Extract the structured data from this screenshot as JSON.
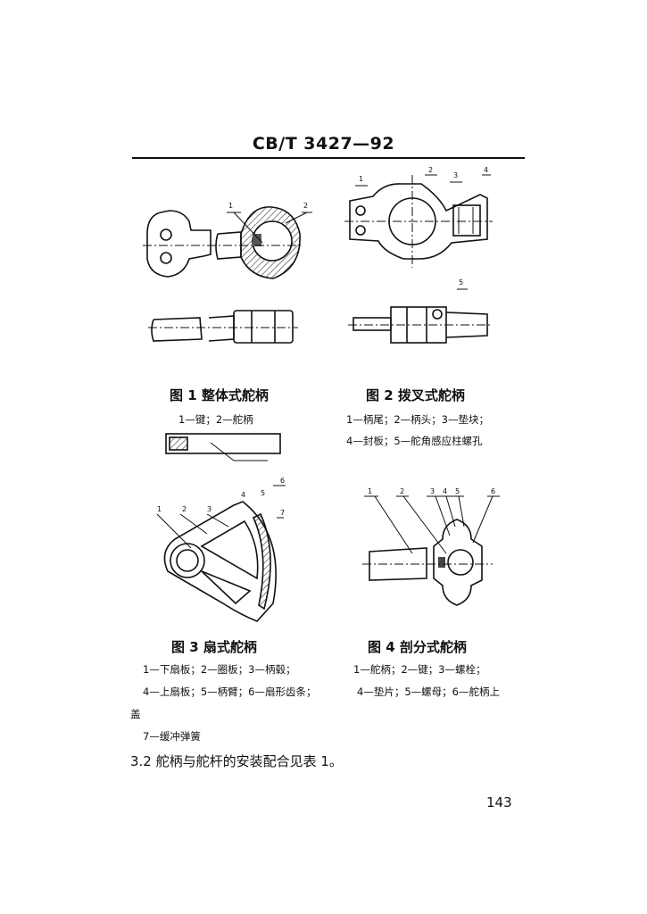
{
  "header": {
    "code": "CB/T 3427—92"
  },
  "figures": [
    {
      "caption": "图 1  整体式舵柄",
      "legend": [
        "1—键；2—舵柄"
      ]
    },
    {
      "caption": "图 2  拨叉式舵柄",
      "legend": [
        "1—柄尾；2—柄头；3—垫块；",
        "4—封板；5—舵角感应柱螺孔"
      ]
    },
    {
      "caption": "图 3  扇式舵柄",
      "legend": [
        "1—下扇板；2—圈板；3—柄毂；",
        "4—上扇板；5—柄臂；6—扇形齿条；",
        "盖",
        "7—缓冲弹簧"
      ]
    },
    {
      "caption": "图 4  剖分式舵柄",
      "legend": [
        "1—舵柄；2—键；3—螺栓；",
        "4—垫片；5—螺母；6—舵柄上"
      ]
    }
  ],
  "section": {
    "text": "3.2  舵柄与舵杆的安装配合见表 1。"
  },
  "page_number": "143",
  "drawing_labels": {
    "fig1": [
      "1",
      "2"
    ],
    "fig2": [
      "1",
      "2",
      "3",
      "4",
      "5"
    ],
    "fig3": [
      "1",
      "2",
      "3",
      "4",
      "5",
      "6",
      "7"
    ],
    "fig4": [
      "1",
      "2",
      "3",
      "4",
      "5",
      "6"
    ]
  }
}
